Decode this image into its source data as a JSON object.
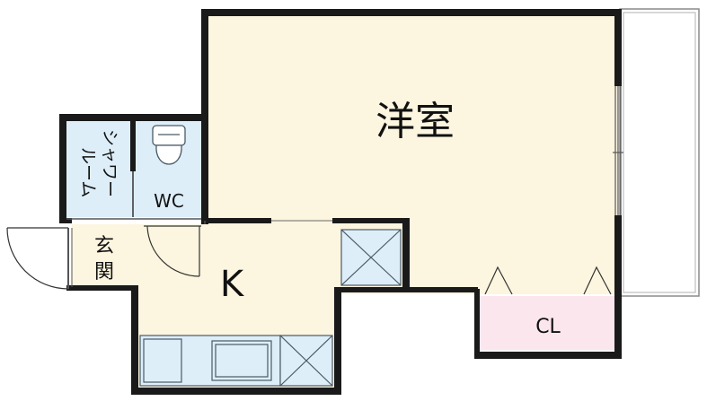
{
  "floorplan": {
    "rooms": {
      "western_room": "洋室",
      "kitchen": "K",
      "closet": "CL",
      "toilet": "WC",
      "entrance_line1": "玄",
      "entrance_line2": "関",
      "shower_line1": "シャワー",
      "shower_line2": "ルーム"
    },
    "colors": {
      "floor_room": "#fcf5df",
      "floor_wet": "#ddeef9",
      "floor_closet": "#fbe6ee",
      "wall": "#1a1a1a",
      "fixture_line": "#4a5a66"
    },
    "fixtures": [
      "toilet-icon",
      "sink-icon",
      "kitchen-counter",
      "storage-cross-icon",
      "balcony"
    ]
  }
}
